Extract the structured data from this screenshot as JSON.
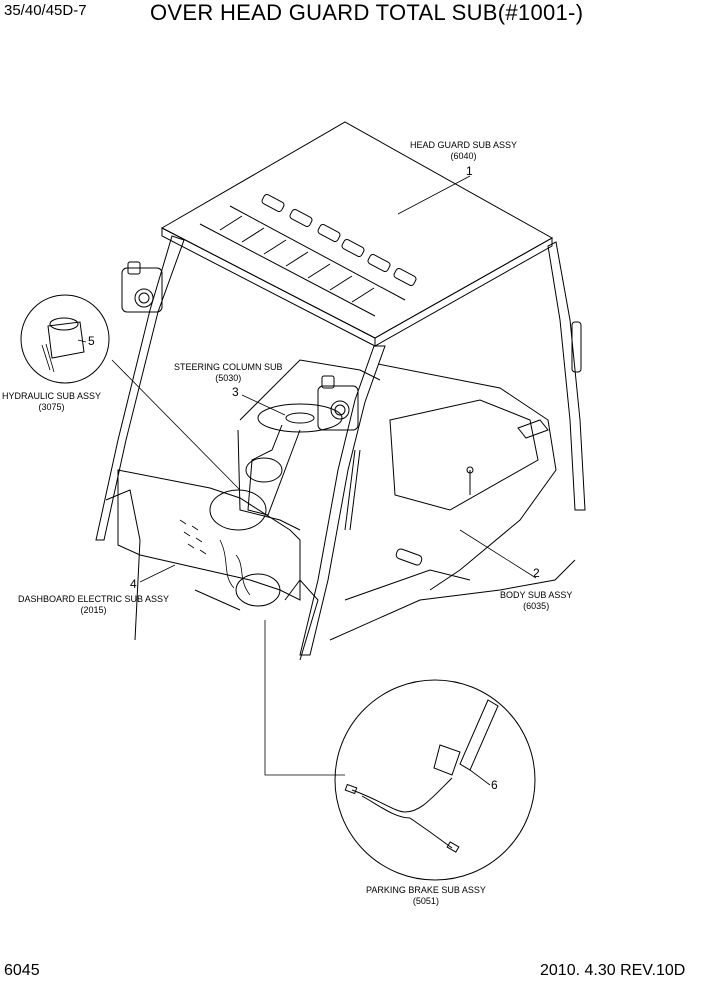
{
  "header": {
    "model": "35/40/45D-7",
    "title": "OVER HEAD GUARD TOTAL SUB(#1001-)"
  },
  "footer": {
    "page_number": "6045",
    "date_revision": "2010. 4.30  REV.10D"
  },
  "callouts": [
    {
      "number": "1",
      "name": "HEAD GUARD SUB ASSY",
      "code": "(6040)"
    },
    {
      "number": "2",
      "name": "BODY SUB ASSY",
      "code": "(6035)"
    },
    {
      "number": "3",
      "name": "STEERING COLUMN SUB",
      "code": "(5030)"
    },
    {
      "number": "4",
      "name": "DASHBOARD ELECTRIC SUB ASSY",
      "code": "(2015)"
    },
    {
      "number": "5",
      "name": "HYDRAULIC SUB ASSY",
      "code": "(3075)"
    },
    {
      "number": "6",
      "name": "PARKING BRAKE SUB ASSY",
      "code": "(5051)"
    }
  ]
}
